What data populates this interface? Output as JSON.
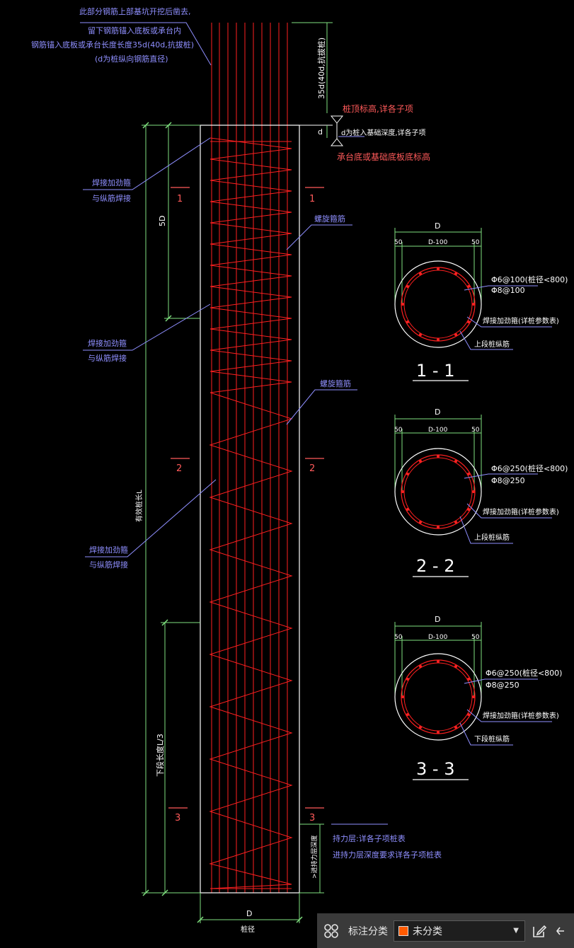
{
  "annotations": {
    "top_note_1": "此部分钢筋上部基坑开挖后凿去,",
    "top_note_2": "留下钢筋锚入底板或承台内",
    "top_note_3": "钢筋锚入底板或承台长度长度35d(40d,抗拔桩)",
    "top_note_4": "(d为桩纵向钢筋直径)",
    "anchor_len": "35d(40d,抗拔桩)",
    "pile_top_elev": "桩顶标高,详各子项",
    "embed_depth": "d为桩入基础深度,详各子项",
    "base_elev": "承台底或基础底板底标高",
    "d_symbol": "d",
    "weld_stirrup_1a": "焊接加劲箍",
    "weld_stirrup_1b": "与纵筋焊接",
    "weld_stirrup_2a": "焊接加劲箍",
    "weld_stirrup_2b": "与纵筋焊接",
    "weld_stirrup_3a": "焊接加劲箍",
    "weld_stirrup_3b": "与纵筋焊接",
    "spiral_1": "螺旋箍筋",
    "spiral_2": "螺旋箍筋",
    "dim_5d": "5D",
    "pile_length": "有效桩长L",
    "lower_length": "下段长度L/3",
    "bearing_note_1": "持力层:详各子项桩表",
    "bearing_note_2": "进持力层深度要求详各子项桩表",
    "bearing_dim": ">进持力层深度",
    "bottom_d": "D",
    "bottom_label": "桩径",
    "sec_mark_1": "1",
    "sec_mark_2": "2",
    "sec_mark_3": "3"
  },
  "sections": [
    {
      "title": "1 - 1",
      "dia": "D",
      "cover_l": "50",
      "inner": "D-100",
      "cover_r": "50",
      "spiral": "Φ6@100(桩径<800)",
      "spiral2": "Φ8@100",
      "ring": "焊接加劲箍(详桩参数表)",
      "bars": "上段桩纵筋"
    },
    {
      "title": "2 - 2",
      "dia": "D",
      "cover_l": "50",
      "inner": "D-100",
      "cover_r": "50",
      "spiral": "Φ6@250(桩径<800)",
      "spiral2": "Φ8@250",
      "ring": "焊接加劲箍(详桩参数表)",
      "bars": "上段桩纵筋"
    },
    {
      "title": "3 - 3",
      "dia": "D",
      "cover_l": "50",
      "inner": "D-100",
      "cover_r": "50",
      "spiral": "Φ6@250(桩径<800)",
      "spiral2": "Φ8@250",
      "ring": "焊接加劲箍(详桩参数表)",
      "bars": "下段桩纵筋"
    }
  ],
  "toolbar": {
    "label": "标注分类",
    "selected": "未分类",
    "swatch_color": "#ff5a00"
  },
  "colors": {
    "rebar": "#ff2020",
    "outline": "#ffffff",
    "dim": "#7fe07f",
    "leader": "#8f8fff"
  }
}
